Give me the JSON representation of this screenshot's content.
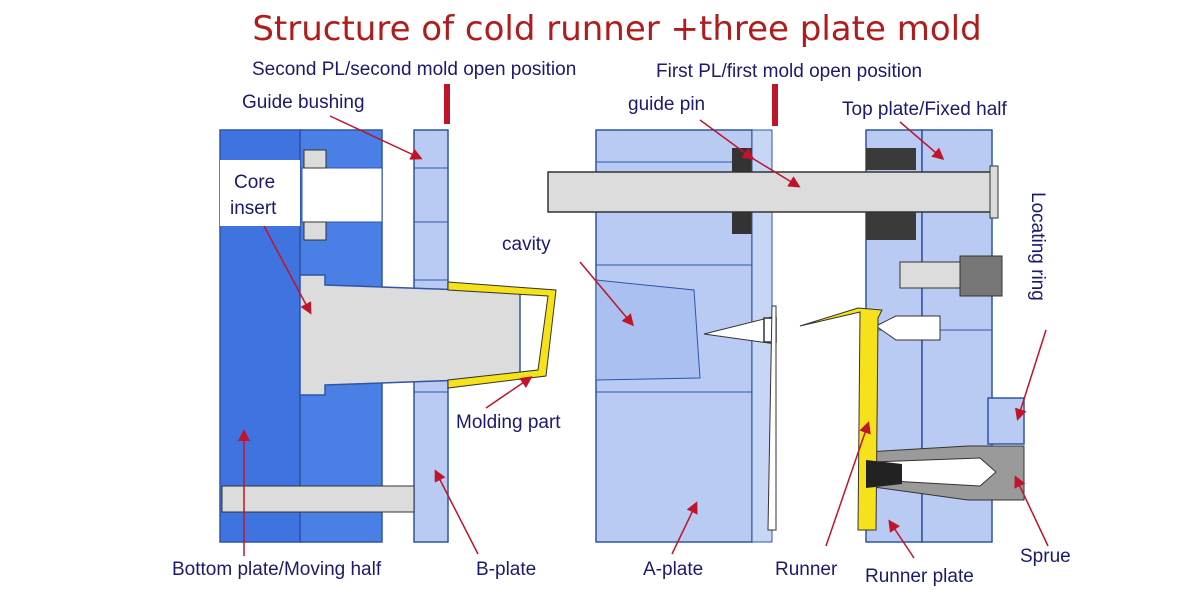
{
  "title": "Structure of cold runner +three plate mold",
  "labels": {
    "second_pl": "Second PL/second mold open position",
    "first_pl": "First PL/first mold open position",
    "guide_bushing": "Guide bushing",
    "guide_pin": "guide pin",
    "top_plate": "Top plate/Fixed half",
    "core_insert_1": "Core",
    "core_insert_2": "insert",
    "cavity": "cavity",
    "locating_ring": "Locating ring",
    "molding_part": "Molding part",
    "bottom_plate": "Bottom plate/Moving half",
    "b_plate": "B-plate",
    "a_plate": "A-plate",
    "runner": "Runner",
    "runner_plate": "Runner plate",
    "sprue": "Sprue"
  },
  "colors": {
    "title": "#b01c1c",
    "label": "#1a1a6e",
    "arrow": "#c0142a",
    "dark_blue": "#3f73e0",
    "light_blue": "#b9cbf2",
    "mid_blue": "#8fb0ee",
    "gray": "#dcdcdc",
    "yellow": "#f5e21a",
    "dark": "#3a3a3a"
  }
}
